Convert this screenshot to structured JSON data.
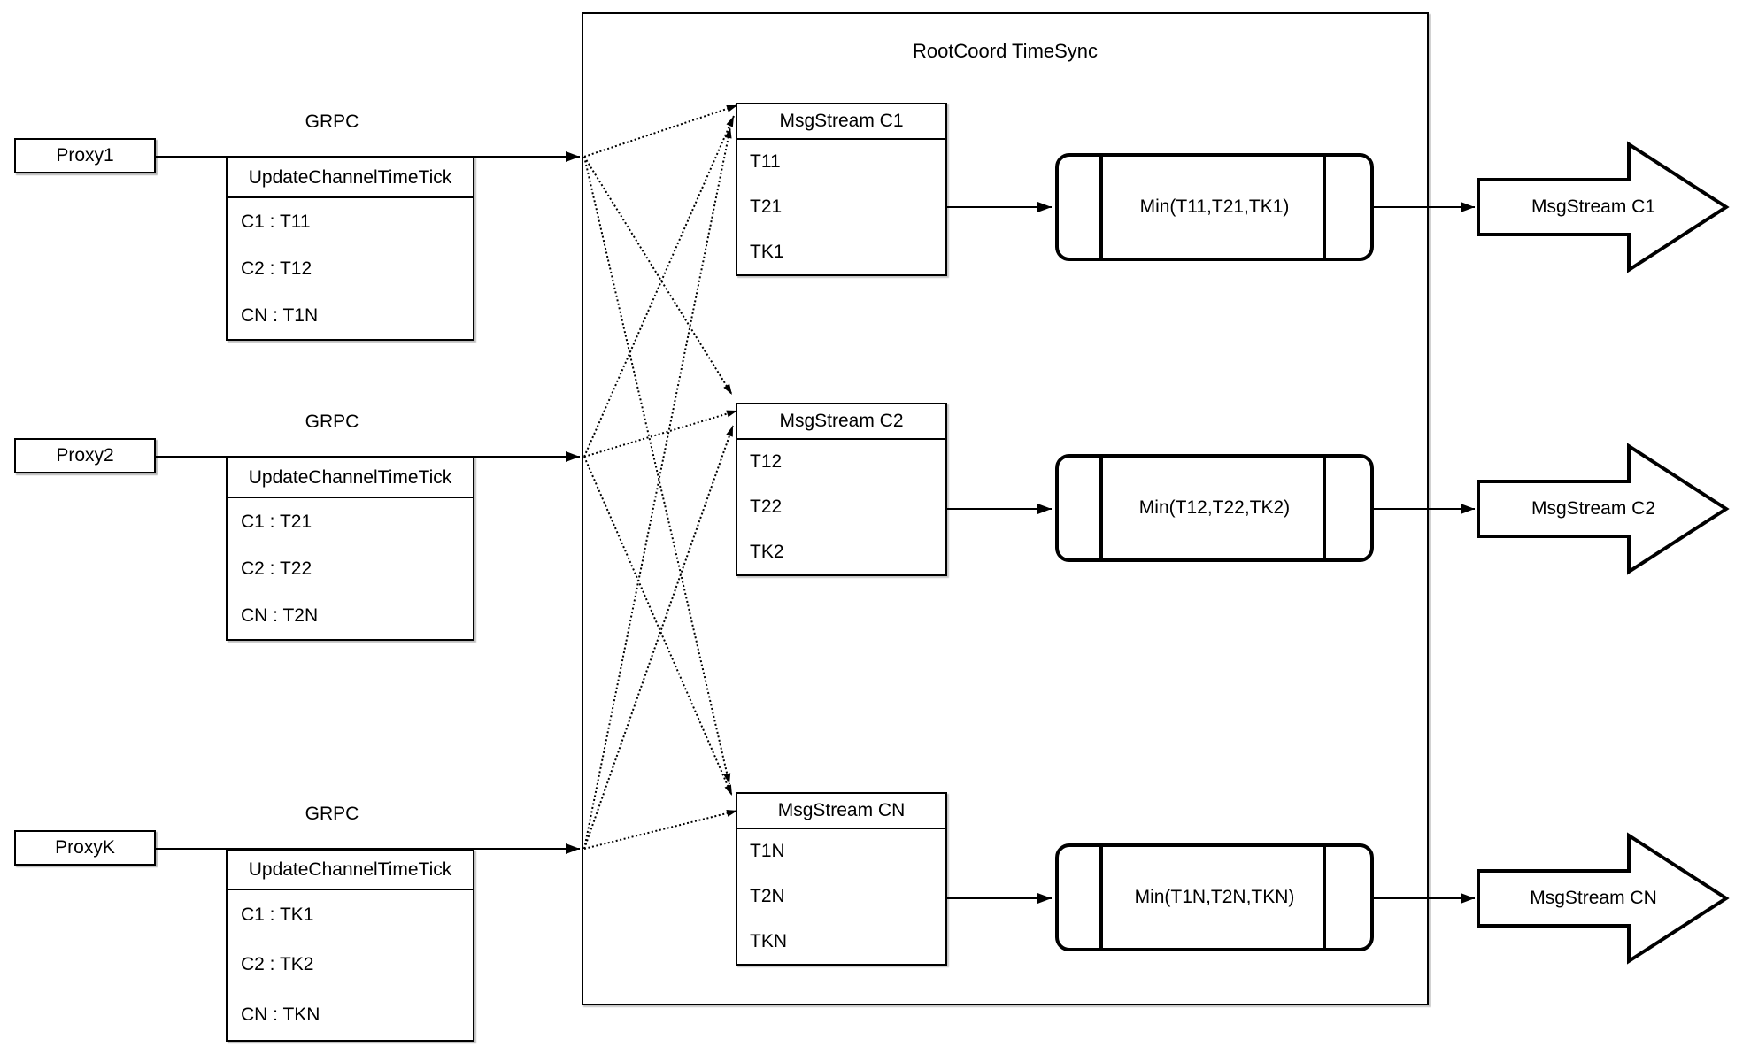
{
  "diagram": {
    "container_title": "RootCoord TimeSync",
    "proxies": [
      {
        "name": "Proxy1",
        "protocol_label": "GRPC",
        "table": {
          "header": "UpdateChannelTimeTick",
          "rows": [
            "C1 :  T11",
            "C2 :  T12",
            "CN : T1N"
          ]
        }
      },
      {
        "name": "Proxy2",
        "protocol_label": "GRPC",
        "table": {
          "header": "UpdateChannelTimeTick",
          "rows": [
            "C1 :  T21",
            "C2 :  T22",
            "CN : T2N"
          ]
        }
      },
      {
        "name": "ProxyK",
        "protocol_label": "GRPC",
        "table": {
          "header": "UpdateChannelTimeTick",
          "rows": [
            "C1 :  TK1",
            "C2 :  TK2",
            "CN : TKN"
          ]
        }
      }
    ],
    "streams": [
      {
        "title": "MsgStream C1",
        "values": [
          "T11",
          "T21",
          "TK1"
        ]
      },
      {
        "title": "MsgStream C2",
        "values": [
          "T12",
          "T22",
          "TK2"
        ]
      },
      {
        "title": "MsgStream CN",
        "values": [
          "T1N",
          "T2N",
          "TKN"
        ]
      }
    ],
    "mins": [
      {
        "label": "Min(T11,T21,TK1)"
      },
      {
        "label": "Min(T12,T22,TK2)"
      },
      {
        "label": "Min(T1N,T2N,TKN)"
      }
    ],
    "outputs": [
      {
        "label": "MsgStream C1"
      },
      {
        "label": "MsgStream C2"
      },
      {
        "label": "MsgStream CN"
      }
    ],
    "colors": {
      "stroke": "#000000",
      "fill": "#ffffff"
    }
  }
}
